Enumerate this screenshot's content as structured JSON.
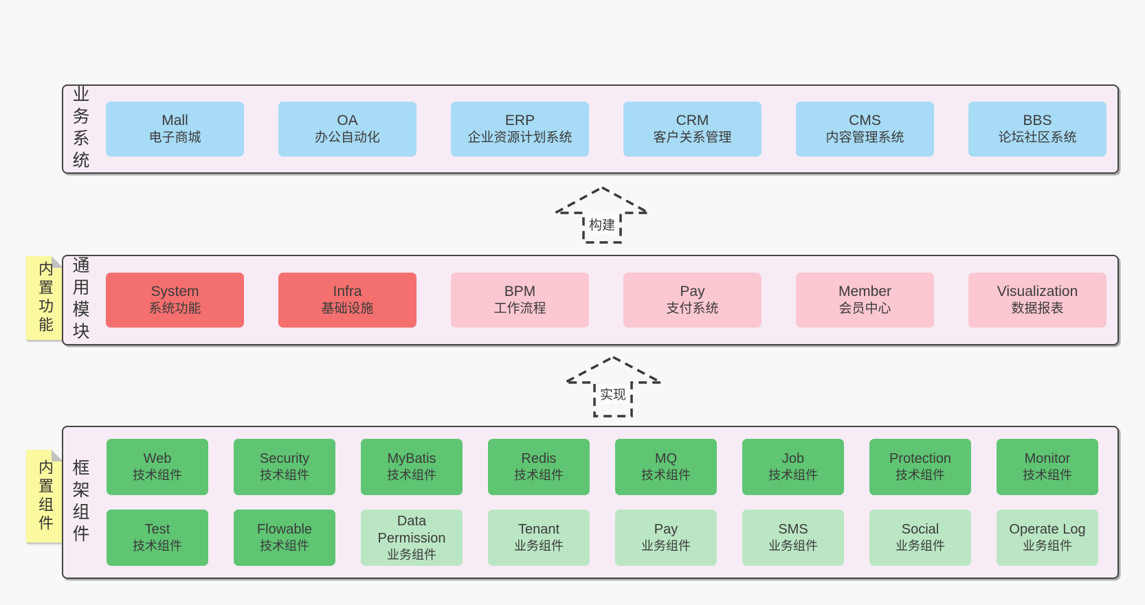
{
  "colors": {
    "page": "#f8f8f8",
    "layer_bg": "#f7ecf5",
    "border": "#454545",
    "text": "#3b3b3b",
    "blue": "#a8dbf5",
    "red": "#f3706f",
    "pink": "#fbc7d1",
    "green": "#5fc573",
    "light_green": "#bbe6c4",
    "sticky_yellow": "#fbf9a0",
    "sticky_fold": "#c2c2c2",
    "arrow": "#3a3a3a",
    "arrow_label_bg": "#fcfcfc"
  },
  "layers": [
    {
      "key": "business",
      "label": "业务系统",
      "rows": [
        [
          {
            "name": "mall",
            "title": "Mall",
            "subtitle": "电子商城",
            "color": "blue"
          },
          {
            "name": "oa",
            "title": "OA",
            "subtitle": "办公自动化",
            "color": "blue"
          },
          {
            "name": "erp",
            "title": "ERP",
            "subtitle": "企业资源计划系统",
            "color": "blue"
          },
          {
            "name": "crm",
            "title": "CRM",
            "subtitle": "客户关系管理",
            "color": "blue"
          },
          {
            "name": "cms",
            "title": "CMS",
            "subtitle": "内容管理系统",
            "color": "blue"
          },
          {
            "name": "bbs",
            "title": "BBS",
            "subtitle": "论坛社区系统",
            "color": "blue"
          }
        ]
      ]
    },
    {
      "key": "modules",
      "label": "通用模块",
      "rows": [
        [
          {
            "name": "system",
            "title": "System",
            "subtitle": "系统功能",
            "color": "red"
          },
          {
            "name": "infra",
            "title": "Infra",
            "subtitle": "基础设施",
            "color": "red"
          },
          {
            "name": "bpm",
            "title": "BPM",
            "subtitle": "工作流程",
            "color": "pink"
          },
          {
            "name": "pay",
            "title": "Pay",
            "subtitle": "支付系统",
            "color": "pink"
          },
          {
            "name": "member",
            "title": "Member",
            "subtitle": "会员中心",
            "color": "pink"
          },
          {
            "name": "visualization",
            "title": "Visualization",
            "subtitle": "数据报表",
            "color": "pink"
          }
        ]
      ]
    },
    {
      "key": "components",
      "label": "框架组件",
      "rows": [
        [
          {
            "name": "web",
            "title": "Web",
            "subtitle": "技术组件",
            "color": "green"
          },
          {
            "name": "security",
            "title": "Security",
            "subtitle": "技术组件",
            "color": "green"
          },
          {
            "name": "mybatis",
            "title": "MyBatis",
            "subtitle": "技术组件",
            "color": "green"
          },
          {
            "name": "redis",
            "title": "Redis",
            "subtitle": "技术组件",
            "color": "green"
          },
          {
            "name": "mq",
            "title": "MQ",
            "subtitle": "技术组件",
            "color": "green"
          },
          {
            "name": "job",
            "title": "Job",
            "subtitle": "技术组件",
            "color": "green"
          },
          {
            "name": "protection",
            "title": "Protection",
            "subtitle": "技术组件",
            "color": "green"
          },
          {
            "name": "monitor",
            "title": "Monitor",
            "subtitle": "技术组件",
            "color": "green"
          }
        ],
        [
          {
            "name": "test",
            "title": "Test",
            "subtitle": "技术组件",
            "color": "green"
          },
          {
            "name": "flowable",
            "title": "Flowable",
            "subtitle": "技术组件",
            "color": "green"
          },
          {
            "name": "data-permission",
            "title": "Data Permission",
            "subtitle": "业务组件",
            "color": "light-green"
          },
          {
            "name": "tenant",
            "title": "Tenant",
            "subtitle": "业务组件",
            "color": "light-green"
          },
          {
            "name": "pay-biz",
            "title": "Pay",
            "subtitle": "业务组件",
            "color": "light-green"
          },
          {
            "name": "sms",
            "title": "SMS",
            "subtitle": "业务组件",
            "color": "light-green"
          },
          {
            "name": "social",
            "title": "Social",
            "subtitle": "业务组件",
            "color": "light-green"
          },
          {
            "name": "operate-log",
            "title": "Operate Log",
            "subtitle": "业务组件",
            "color": "light-green"
          }
        ]
      ]
    }
  ],
  "stickies": [
    {
      "label": "内置功能"
    },
    {
      "label": "内置组件"
    }
  ],
  "arrows": [
    {
      "label": "构建"
    },
    {
      "label": "实现"
    }
  ]
}
